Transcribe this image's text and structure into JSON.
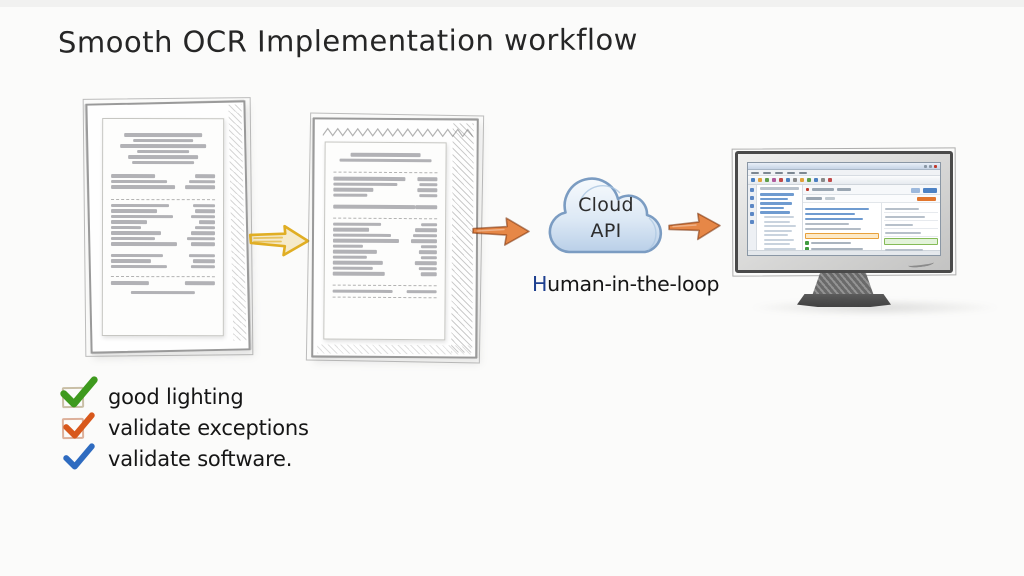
{
  "title": "Smooth OCR Implementation workflow",
  "cloud": {
    "line1": "Cloud",
    "line2": "API"
  },
  "human_in_the_loop_label": "Human-in-the-loop",
  "checklist": {
    "items": [
      {
        "label": "good lighting",
        "check_color": "#3e9a1e",
        "boxed": true
      },
      {
        "label": "validate exceptions",
        "check_color": "#d8581c",
        "boxed": true
      },
      {
        "label": "validate software.",
        "check_color": "#2e6bc0",
        "boxed": false
      }
    ]
  },
  "colors": {
    "background": "#fbfbfa",
    "arrow_yellow": "#e0ae24",
    "arrow_orange": "#e2762d",
    "cloud_fill_top": "#f6fafd",
    "cloud_fill_bottom": "#bed3ea",
    "cloud_stroke": "#7b9cc2",
    "screen_highlight_orange": "#e8a13c",
    "screen_highlight_green": "#85bb57",
    "sketch_pencil": "#9b9b9b"
  }
}
